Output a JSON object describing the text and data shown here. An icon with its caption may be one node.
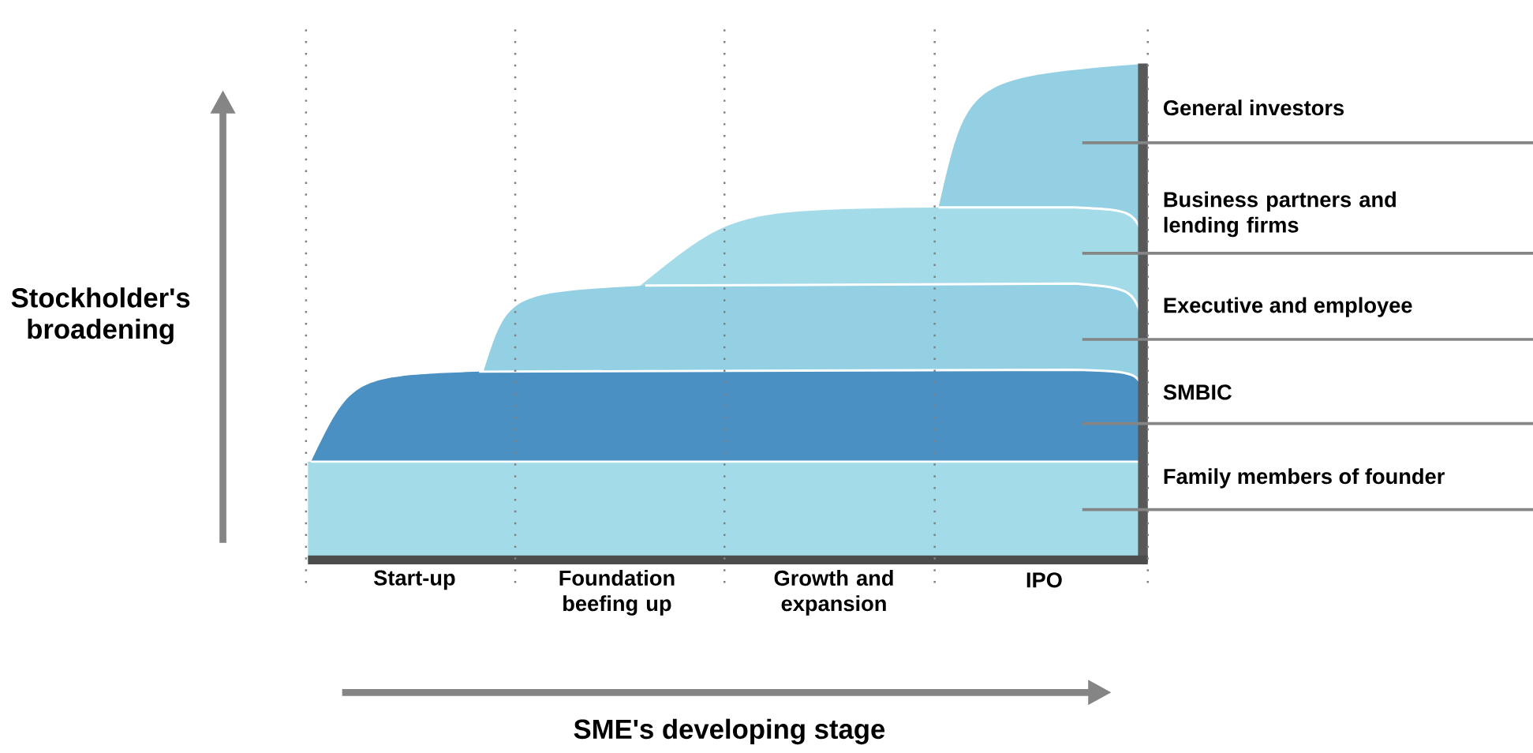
{
  "diagram": {
    "labels": [
      "Stockholder's broadening",
      "General investors",
      "Business partners and lending firms",
      "Executive and employee",
      "SMBIC",
      "Family members of founder",
      "Start-up",
      "Foundation beefing up",
      "Growth and expansion",
      "IPO",
      "SME's developing stage"
    ]
  }
}
